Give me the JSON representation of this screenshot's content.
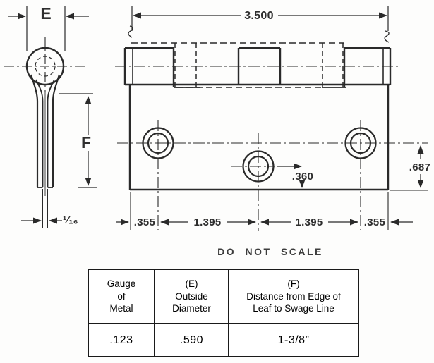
{
  "drawing": {
    "note": "DO NOT SCALE",
    "labels": {
      "outside_diameter": "E",
      "swage_distance": "F",
      "leaf_gap": "¹⁄₁₆",
      "overall_width": "3.500",
      "edge_to_hole_left": ".355",
      "hole_spacing_left": "1.395",
      "hole_spacing_right": "1.395",
      "edge_to_hole_right": ".355",
      "center_hole_to_edge": ".360",
      "end_hole_to_edge": ".687"
    }
  },
  "table": {
    "headers": [
      "Gauge\nof\nMetal",
      "(E)\nOutside\nDiameter",
      "(F)\nDistance from Edge of\nLeaf to Swage Line"
    ],
    "values": [
      ".123",
      ".590",
      "1-3/8”"
    ]
  }
}
